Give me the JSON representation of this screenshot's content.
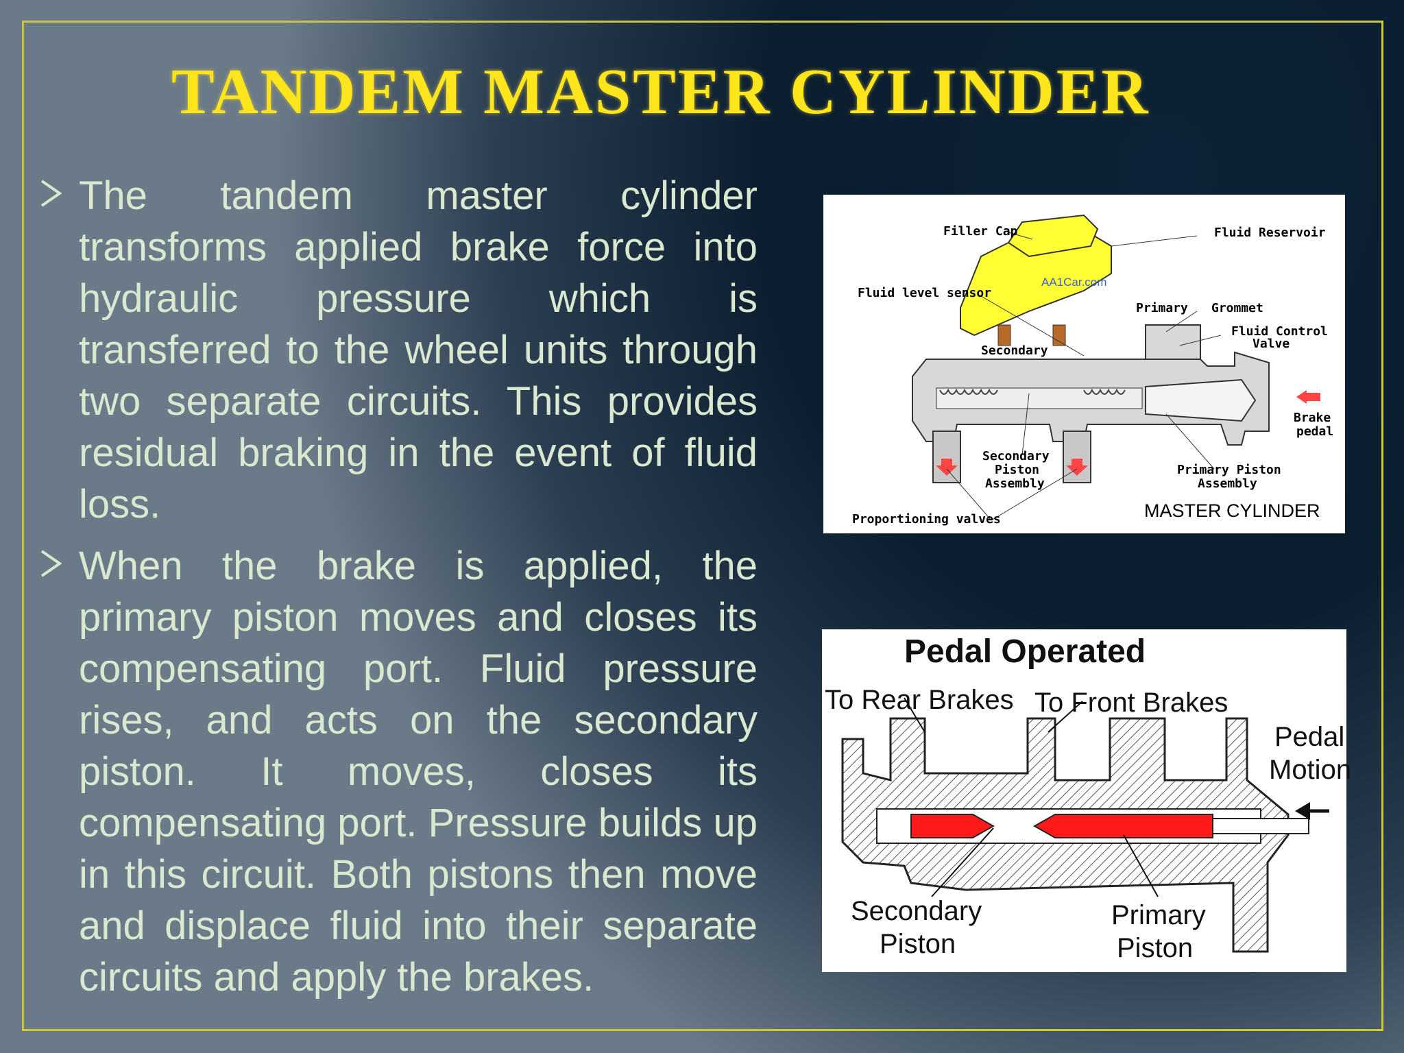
{
  "slide": {
    "title": "TANDEM MASTER CYLINDER",
    "bullets": [
      "The tandem master cylinder transforms applied brake force into hydraulic pressure which is transferred to the wheel units through two separate circuits. This provides residual braking in the event of fluid loss.",
      "When the brake is applied, the primary piston moves and closes its compensating port. Fluid pressure rises, and acts on the secondary piston. It moves, closes its compensating port. Pressure builds up in this circuit. Both pistons then move and displace fluid into their separate circuits and apply the brakes."
    ]
  },
  "figure1": {
    "labels": {
      "filler_cap": "Filler Cap",
      "fluid_reservoir": "Fluid Reservoir",
      "watermark": "AA1Car.com",
      "fluid_level_sensor": "Fluid level sensor",
      "primary": "Primary",
      "grommet": "Grommet",
      "fluid_control_valve_1": "Fluid Control",
      "fluid_control_valve_2": "Valve",
      "secondary": "Secondary",
      "brake_pedal_1": "Brake",
      "brake_pedal_2": "pedal",
      "secondary_piston_1": "Secondary",
      "secondary_piston_2": "Piston",
      "secondary_piston_3": "Assembly",
      "primary_piston_1": "Primary Piston",
      "primary_piston_2": "Assembly",
      "proportioning_valves": "Proportioning valves",
      "caption": "MASTER CYLINDER"
    },
    "colors": {
      "reservoir": "#ffff33",
      "arrow": "#ff4444",
      "body": "#d8d8d8"
    }
  },
  "figure2": {
    "labels": {
      "title": "Pedal Operated",
      "to_rear": "To Rear Brakes",
      "to_front": "To Front Brakes",
      "pedal_motion_1": "Pedal",
      "pedal_motion_2": "Motion",
      "secondary_1": "Secondary",
      "secondary_2": "Piston",
      "primary_1": "Primary",
      "primary_2": "Piston"
    },
    "colors": {
      "piston": "#ff1a1a"
    }
  }
}
